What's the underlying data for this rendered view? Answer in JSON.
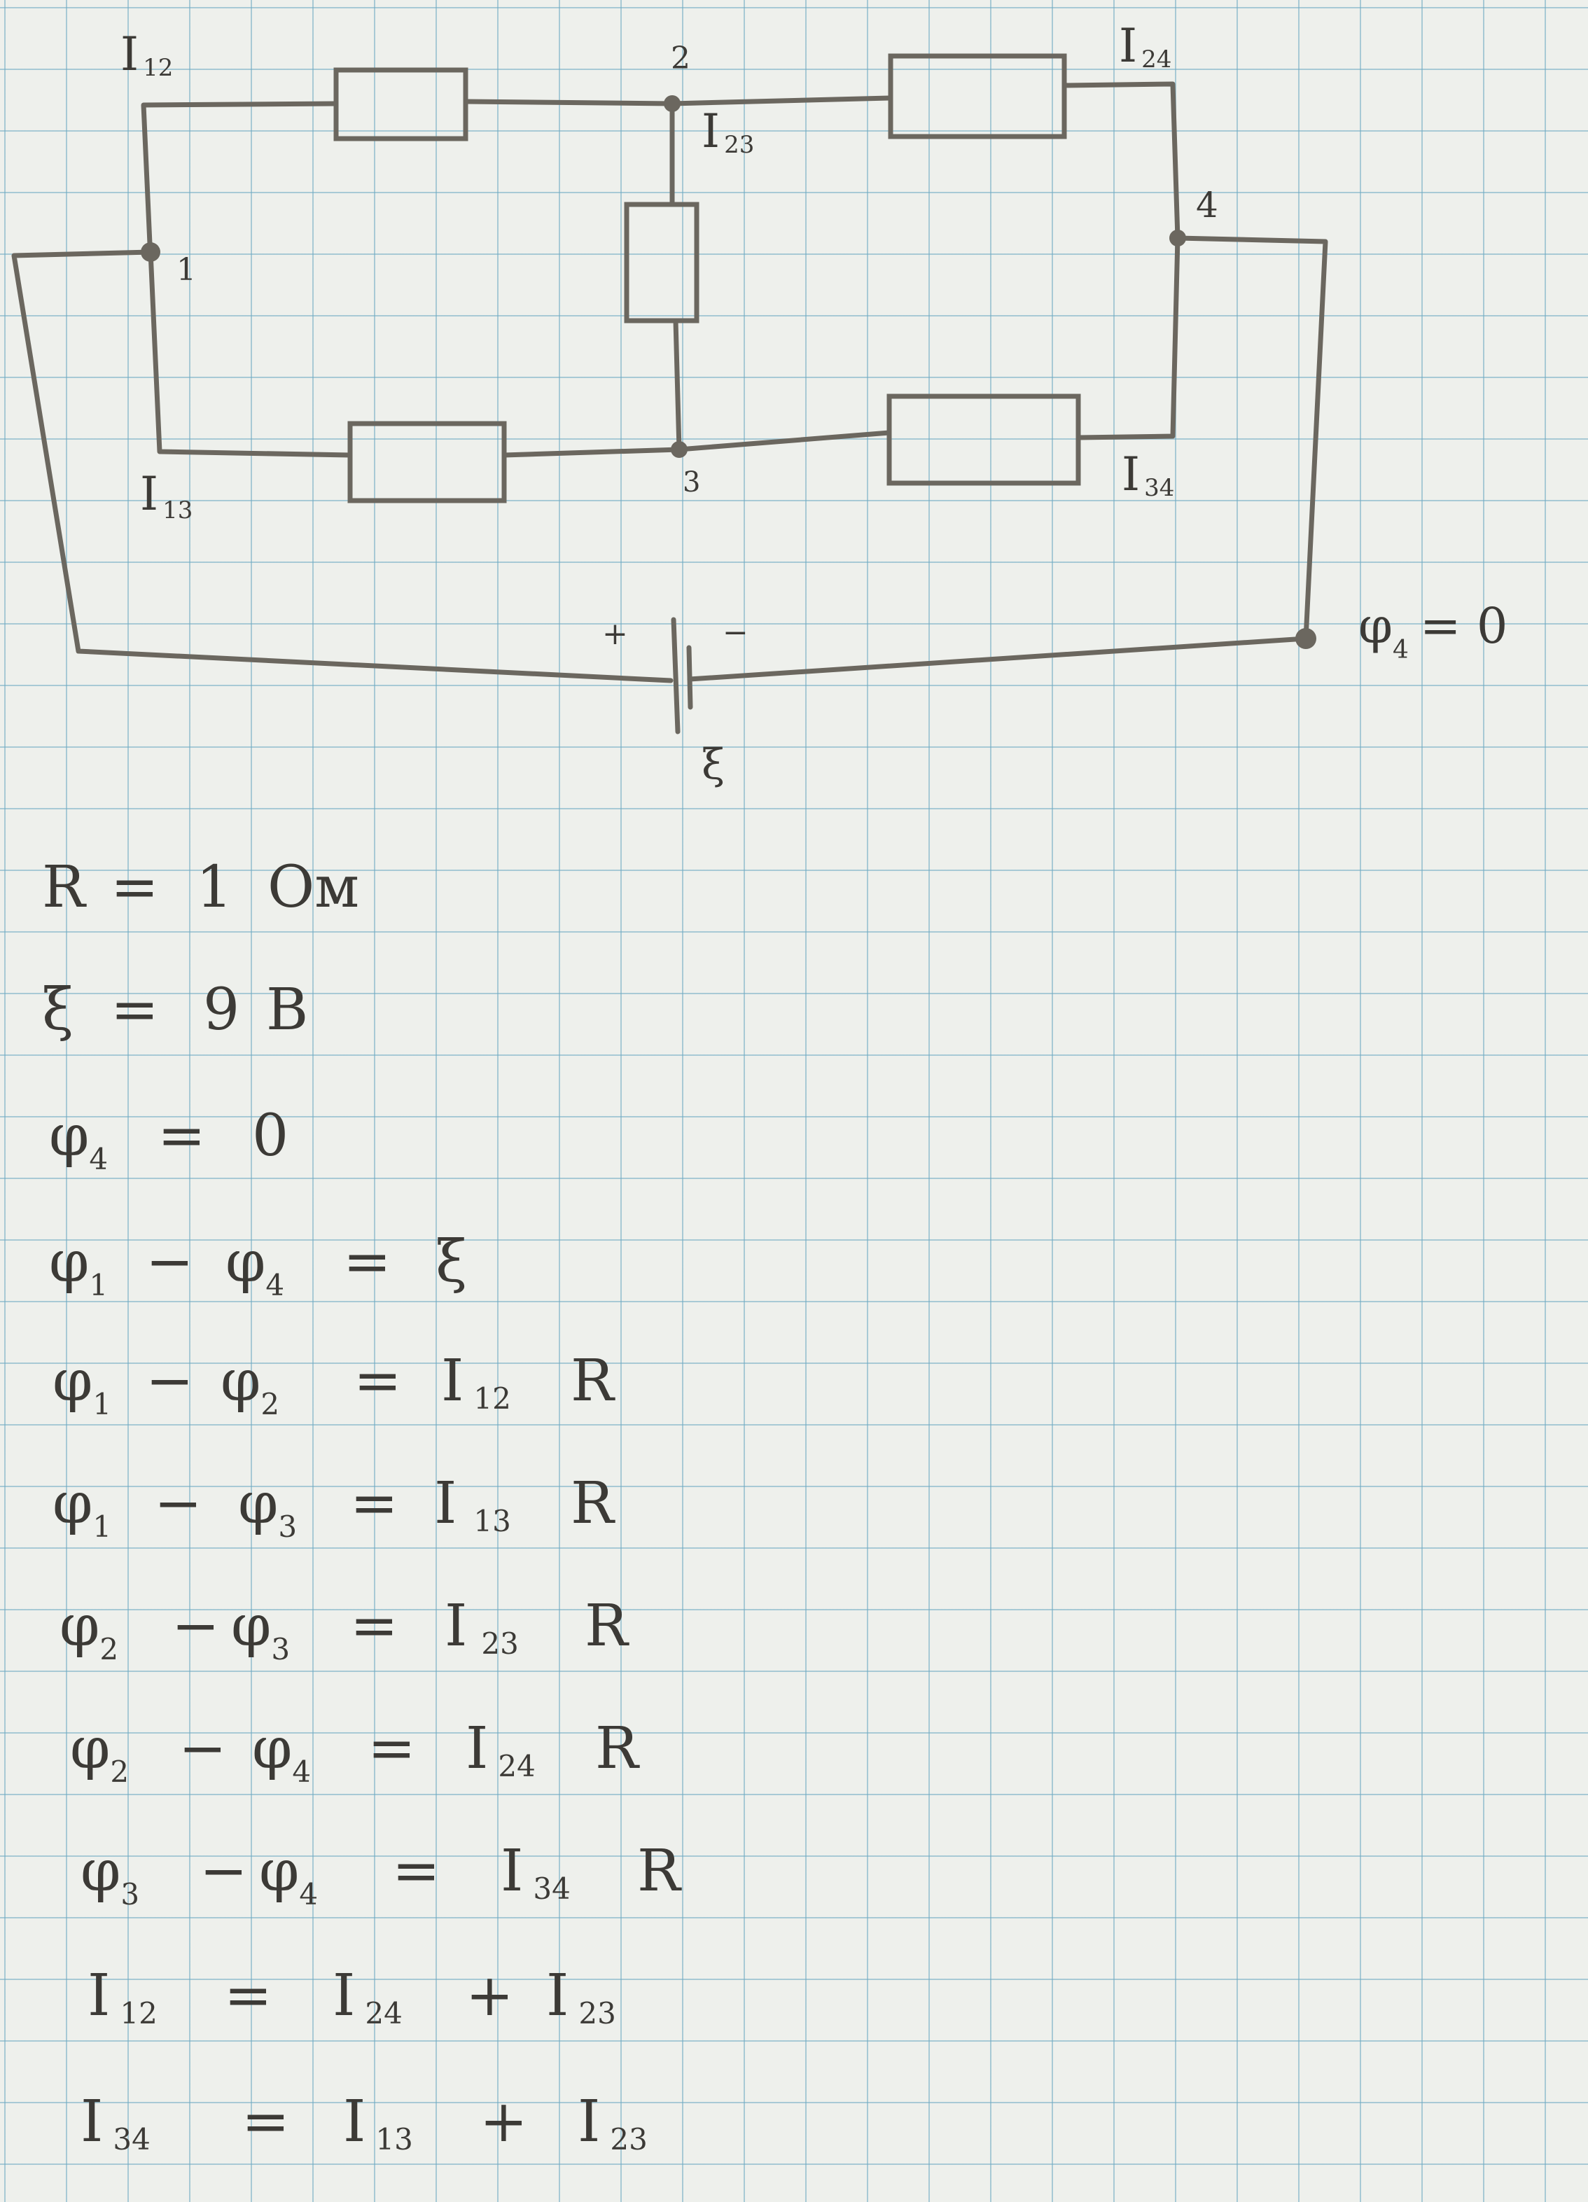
{
  "circuit": {
    "labels": {
      "i12": {
        "main": "I",
        "sub": "12"
      },
      "i13": {
        "main": "I",
        "sub": "13"
      },
      "i23": {
        "main": "I",
        "sub": "23"
      },
      "i24": {
        "main": "I",
        "sub": "24"
      },
      "i34": {
        "main": "I",
        "sub": "34"
      }
    },
    "nodes": {
      "n1": "1",
      "n2": "2",
      "n3": "3",
      "n4": "4"
    },
    "battery": {
      "plus": "+",
      "minus": "−",
      "emf": "ξ"
    },
    "ground": {
      "phi": "φ",
      "sub": "4",
      "rest": "= 0"
    }
  },
  "equations": [
    {
      "parts": [
        {
          "t": "R"
        },
        {
          "t": "="
        },
        {
          "t": "1"
        },
        {
          "t": "Ом"
        }
      ]
    },
    {
      "parts": [
        {
          "t": "ξ"
        },
        {
          "t": "="
        },
        {
          "t": "9"
        },
        {
          "t": "B"
        }
      ]
    },
    {
      "parts": [
        {
          "t": "φ",
          "s": "4"
        },
        {
          "t": "="
        },
        {
          "t": "0"
        }
      ]
    },
    {
      "parts": [
        {
          "t": "φ",
          "s": "1"
        },
        {
          "t": "−"
        },
        {
          "t": "φ",
          "s": "4"
        },
        {
          "t": "="
        },
        {
          "t": "ξ"
        }
      ]
    },
    {
      "parts": [
        {
          "t": "φ",
          "s": "1"
        },
        {
          "t": "−"
        },
        {
          "t": "φ",
          "s": "2"
        },
        {
          "t": "="
        },
        {
          "t": "I",
          "s": "12"
        },
        {
          "t": "R"
        }
      ]
    },
    {
      "parts": [
        {
          "t": "φ",
          "s": "1"
        },
        {
          "t": "−"
        },
        {
          "t": "φ",
          "s": "3"
        },
        {
          "t": "="
        },
        {
          "t": "I",
          "s": "13"
        },
        {
          "t": "R"
        }
      ]
    },
    {
      "parts": [
        {
          "t": "φ",
          "s": "2"
        },
        {
          "t": "−"
        },
        {
          "t": "φ",
          "s": "3"
        },
        {
          "t": "="
        },
        {
          "t": "I",
          "s": "23"
        },
        {
          "t": "R"
        }
      ]
    },
    {
      "parts": [
        {
          "t": "φ",
          "s": "2"
        },
        {
          "t": "−"
        },
        {
          "t": "φ",
          "s": "4"
        },
        {
          "t": "="
        },
        {
          "t": "I",
          "s": "24"
        },
        {
          "t": "R"
        }
      ]
    },
    {
      "parts": [
        {
          "t": "φ",
          "s": "3"
        },
        {
          "t": "−"
        },
        {
          "t": "φ",
          "s": "4"
        },
        {
          "t": "="
        },
        {
          "t": "I",
          "s": "34"
        },
        {
          "t": "R"
        }
      ]
    },
    {
      "parts": [
        {
          "t": "I",
          "s": "12"
        },
        {
          "t": "="
        },
        {
          "t": "I",
          "s": "24"
        },
        {
          "t": "+"
        },
        {
          "t": "I",
          "s": "23"
        }
      ]
    },
    {
      "parts": [
        {
          "t": "I",
          "s": "34"
        },
        {
          "t": "="
        },
        {
          "t": "I",
          "s": "13"
        },
        {
          "t": "+"
        },
        {
          "t": "I",
          "s": "23"
        }
      ]
    }
  ]
}
